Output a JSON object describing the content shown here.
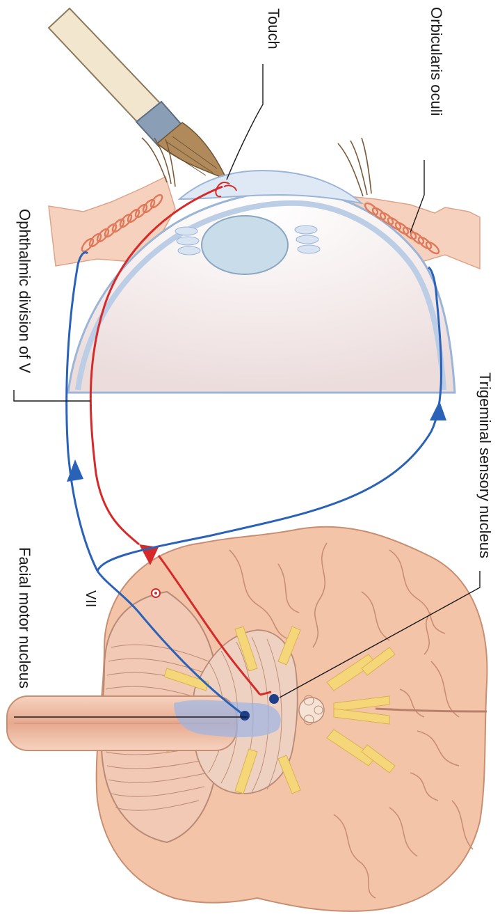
{
  "labels": {
    "touch": "Touch",
    "orbicularis_oculi": "Orbicularis oculi",
    "ophthalmic_division": "Ophthalmic division of V",
    "trigeminal_sensory_nucleus": "Trigeminal sensory nucleus",
    "facial_motor_nucleus": "Facial motor nucleus",
    "cranial_nerve_vii": "VII"
  },
  "colors": {
    "sensory_pathway": "#d62a2a",
    "motor_pathway": "#2a62b8",
    "brain_tissue": "#f3c4a8",
    "skin": "#f6d2be",
    "muscle": "#e0785a",
    "nerve_roots": "#f5d77a",
    "eye_outline": "#9bb5d8",
    "lens": "#c9dce9"
  }
}
